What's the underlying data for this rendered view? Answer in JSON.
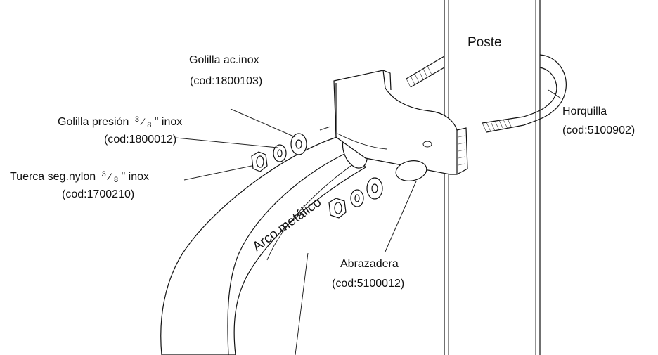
{
  "labels": {
    "poste": "Poste",
    "horquilla_name": "Horquilla",
    "horquilla_code": "(cod:5100902)",
    "golilla_acinox_name": "Golilla ac.inox",
    "golilla_acinox_code": "(cod:1800103)",
    "golilla_presion_name": "Golilla presión",
    "golilla_presion_fraction_num": "3",
    "golilla_presion_fraction_den": "8",
    "golilla_presion_suffix": "\" inox",
    "golilla_presion_code": "(cod:1800012)",
    "tuerca_name": "Tuerca seg.nylon",
    "tuerca_fraction_num": "3",
    "tuerca_fraction_den": "8",
    "tuerca_suffix": "\" inox",
    "tuerca_code": "(cod:1700210)",
    "arco": "Arco metálico",
    "abrazadera_name": "Abrazadera",
    "abrazadera_code": "(cod:5100012)"
  },
  "colors": {
    "line": "#111111",
    "background": "#ffffff"
  }
}
